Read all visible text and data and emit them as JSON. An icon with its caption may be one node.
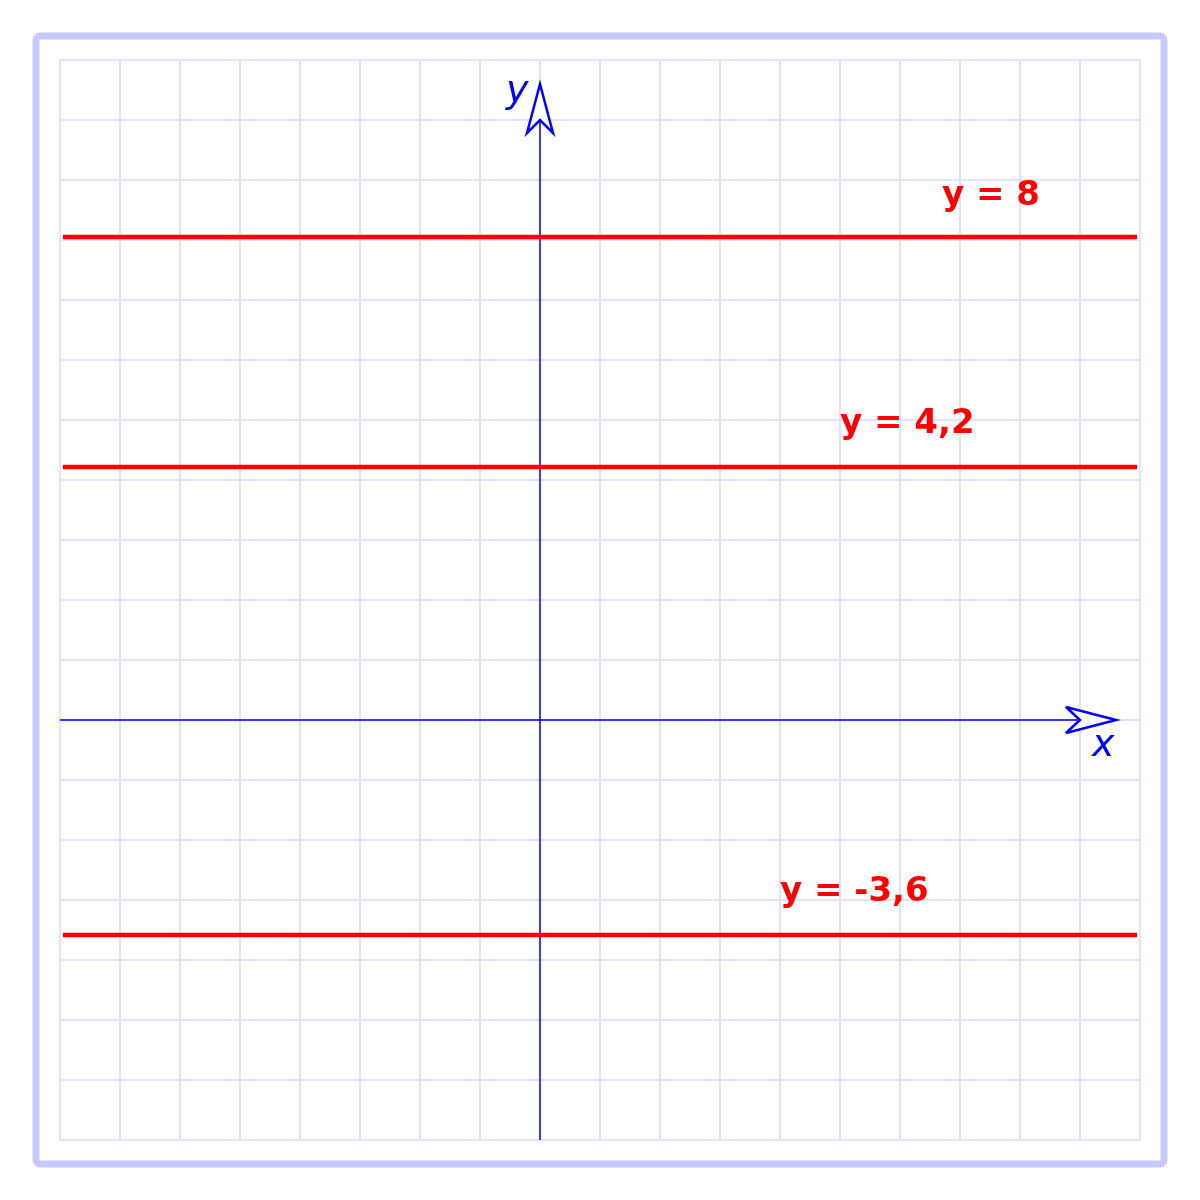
{
  "diagram": {
    "labels": [
      "y",
      "y = 8",
      "y = 4,2",
      "x",
      "y = -3,6"
    ]
  }
}
